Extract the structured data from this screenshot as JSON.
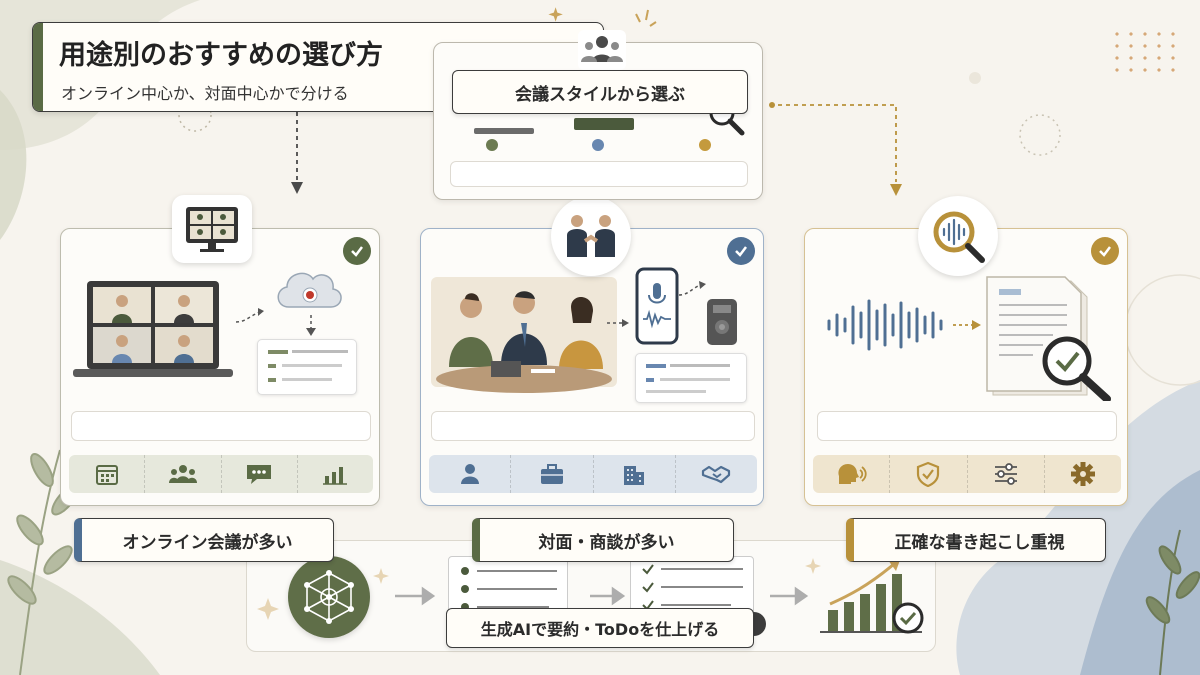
{
  "title": "用途別のおすすめの選び方",
  "subtitle": "オンライン中心か、対面中心かで分ける",
  "top_label": "会議スタイルから選ぶ",
  "categories": [
    {
      "label": "オンライン会議が多い",
      "accent": "#5a6b45"
    },
    {
      "label": "対面・商談が多い",
      "accent": "#4f6f93"
    },
    {
      "label": "正確な書き起こし重視",
      "accent": "#b8913a"
    }
  ],
  "bottom_label": "生成AIで要約・ToDoを仕上げる",
  "colors": {
    "green": "#5a6b45",
    "blue": "#4f6f93",
    "gold": "#b8913a",
    "background": "#f7f4ee"
  },
  "icons": {
    "card_online": [
      "calendar-icon",
      "people-group-icon",
      "chat-bubble-icon",
      "bar-chart-icon"
    ],
    "card_inperson": [
      "person-icon",
      "briefcase-icon",
      "building-icon",
      "handshake-icon"
    ],
    "card_transcription": [
      "speaking-head-icon",
      "shield-check-icon",
      "sliders-icon",
      "gear-icon"
    ]
  }
}
